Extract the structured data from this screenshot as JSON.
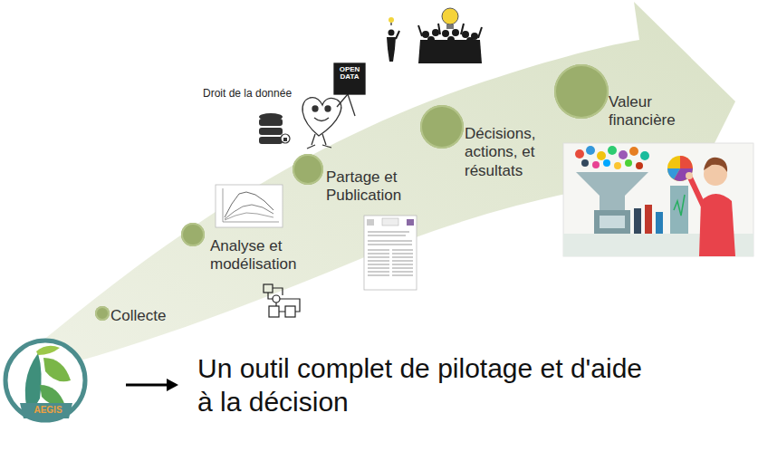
{
  "diagram": {
    "nodes": [
      {
        "text": [
          "Collecte"
        ]
      },
      {
        "text": [
          "Analyse et modélisation"
        ]
      },
      {
        "text": [
          "Partage et Publication"
        ]
      },
      {
        "text": [
          "Décisions, actions, et résultats"
        ]
      },
      {
        "text": [
          "Valeur financière"
        ]
      }
    ],
    "labels": [
      "Droit de la donnée",
      "OPEN DATA",
      "AEGIS",
      "Un outil complet de pilotage et d'aide à la décision"
    ]
  }
}
